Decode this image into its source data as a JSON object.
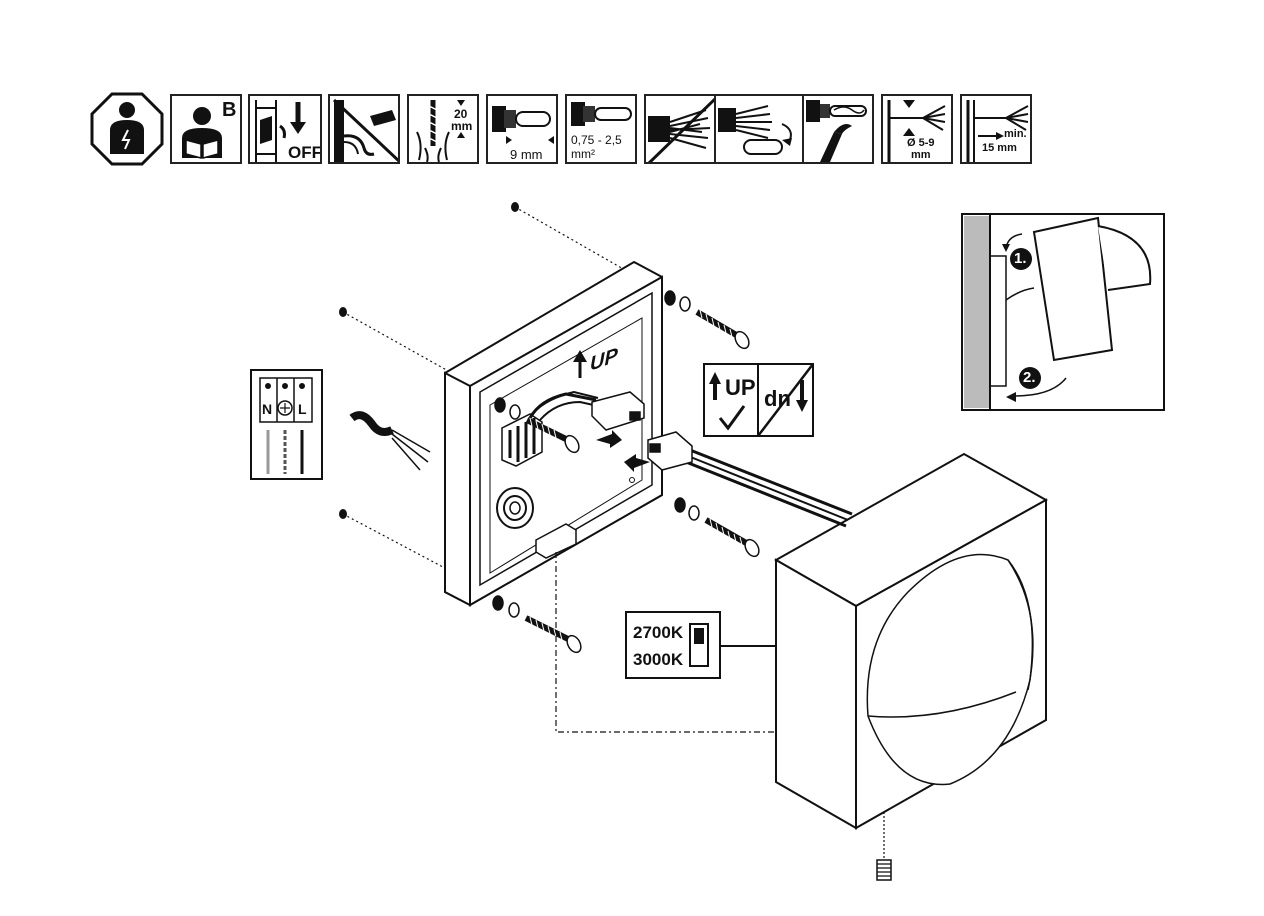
{
  "icons": {
    "reader_letter": "B",
    "switch_state": "OFF",
    "drill_depth_value": "20",
    "drill_depth_unit": "mm",
    "strip_length": "9 mm",
    "cable_section_range": "0,75 - 2,5",
    "cable_section_unit": "mm²",
    "cable_diameter_value": "Ø 5-9",
    "cable_diameter_unit": "mm",
    "min_strip_prefix": "min.",
    "min_strip_value": "15 mm"
  },
  "terminal": {
    "neutral_label": "N",
    "live_label": "L"
  },
  "base_plate": {
    "mount_label": "UP"
  },
  "orientation_box": {
    "up_label": "UP",
    "down_label": "dn"
  },
  "cct_switch": {
    "warm_label": "2700K",
    "neutral_label": "3000K"
  },
  "steps": {
    "step1": "1.",
    "step2": "2."
  }
}
